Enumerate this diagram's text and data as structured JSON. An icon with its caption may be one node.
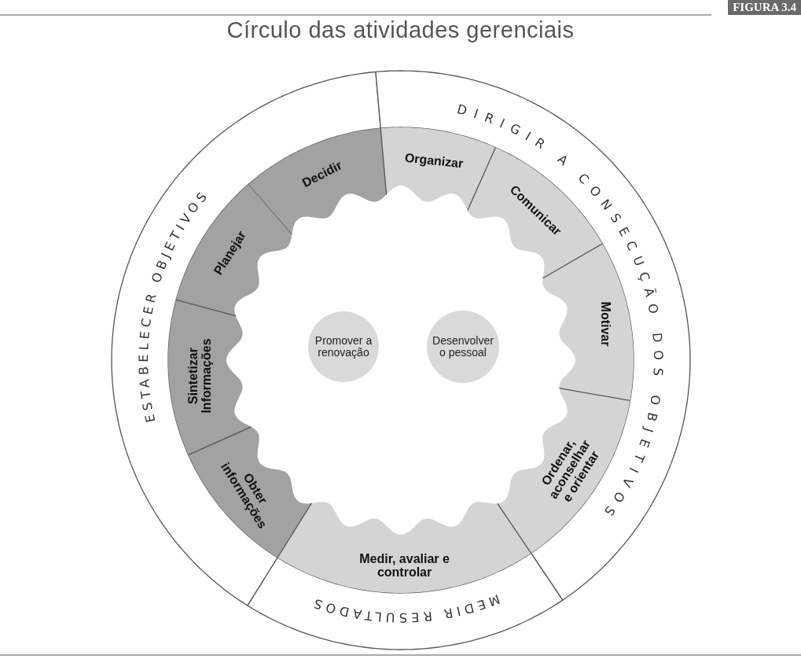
{
  "diagram": {
    "title": "Círculo das atividades gerenciais",
    "nodes": [
      {
        "text": [
          "ESTABELECER OBJETIVOS"
        ]
      },
      {
        "text": [
          "DIRIGIR A CONSECUÇÃO DOS OBJETIVOS"
        ]
      },
      {
        "text": [
          "MEDIR RESULTADOS"
        ]
      },
      {
        "text": [
          "Decidir"
        ]
      },
      {
        "text": [
          "Organizar"
        ]
      },
      {
        "text": [
          "Comunicar"
        ]
      },
      {
        "text": [
          "Motivar"
        ]
      },
      {
        "text": [
          "Ordenar, aconselhar e orientar"
        ]
      },
      {
        "text": [
          "Medir, avaliar e controlar"
        ]
      },
      {
        "text": [
          "Obter informações"
        ]
      },
      {
        "text": [
          "Sintetizar Informações"
        ]
      },
      {
        "text": [
          "Planejar"
        ]
      },
      {
        "text": [
          "Promover a renovação"
        ]
      },
      {
        "text": [
          "Desenvolver o pessoal"
        ]
      }
    ],
    "labels": [
      "FIGURA 3.4"
    ]
  }
}
